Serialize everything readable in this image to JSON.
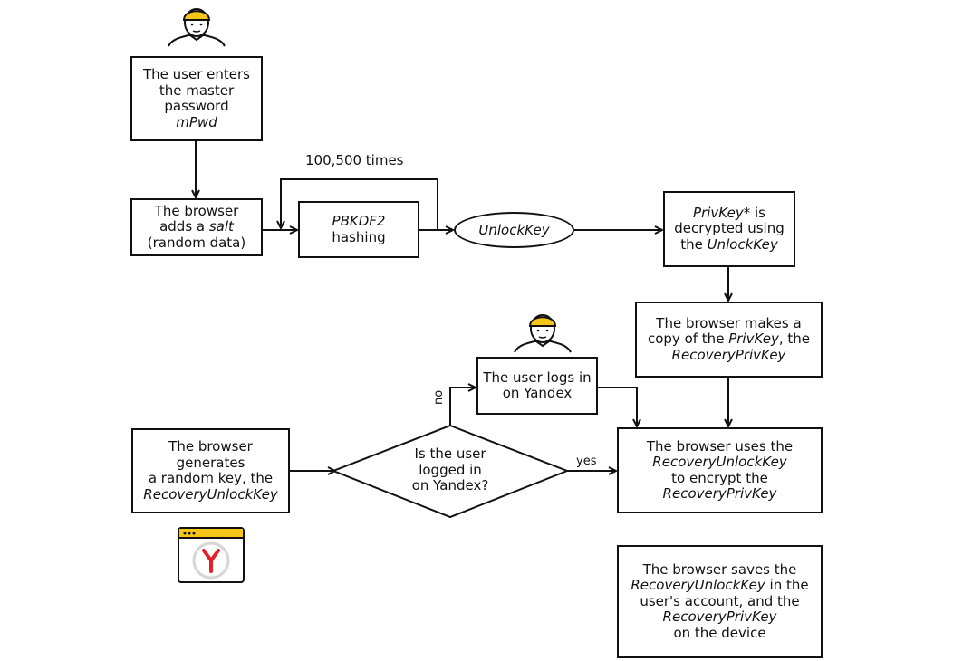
{
  "nodes": {
    "enter_password": {
      "lines": [
        "The user enters",
        "the master",
        "password"
      ],
      "italic": "mPwd"
    },
    "add_salt": {
      "line1": "The browser",
      "line2_pre": "adds a ",
      "line2_em": "salt",
      "line3": "(random data)"
    },
    "pbkdf2": {
      "em": "PBKDF2",
      "line2": "hashing"
    },
    "unlock_key": "UnlockKey",
    "decrypt": {
      "em": "PrivKey*",
      "line1_post": " is",
      "line2": "decrypted using",
      "line3_pre": "the ",
      "line3_em": "UnlockKey"
    },
    "copy": {
      "line1": "The browser makes a",
      "line2_pre": "copy of the ",
      "line2_em": "PrivKey",
      "line2_post": ", the",
      "line3_em": "RecoveryPrivKey"
    },
    "logs_in": {
      "line1": "The user logs in",
      "line2": "on Yandex"
    },
    "generates": {
      "line1": "The browser",
      "line2": "generates",
      "line3": "a random key, the",
      "line4_em": "RecoveryUnlockKey"
    },
    "decision": {
      "line1": "Is the user",
      "line2": "logged in",
      "line3": "on Yandex?"
    },
    "encrypt": {
      "line1": "The browser uses the",
      "line2_em": "RecoveryUnlockKey",
      "line3": "to encrypt the",
      "line4_em": "RecoveryPrivKey"
    },
    "save": {
      "line1": "The browser saves the",
      "line2_em": "RecoveryUnlockKey",
      "line2_post": " in the",
      "line3": "user's account, and the",
      "line4_em": "RecoveryPrivKey",
      "line5": "on the device"
    }
  },
  "labels": {
    "loop": "100,500 times",
    "no": "no",
    "yes": "yes"
  },
  "colors": {
    "stroke": "#111111",
    "hair": "#f5c518",
    "skin": "#ffffff",
    "yandex_red": "#e61e25",
    "window_bar": "#f5c518"
  },
  "icons": [
    "user-icon",
    "user-icon",
    "yandex-browser-icon"
  ]
}
